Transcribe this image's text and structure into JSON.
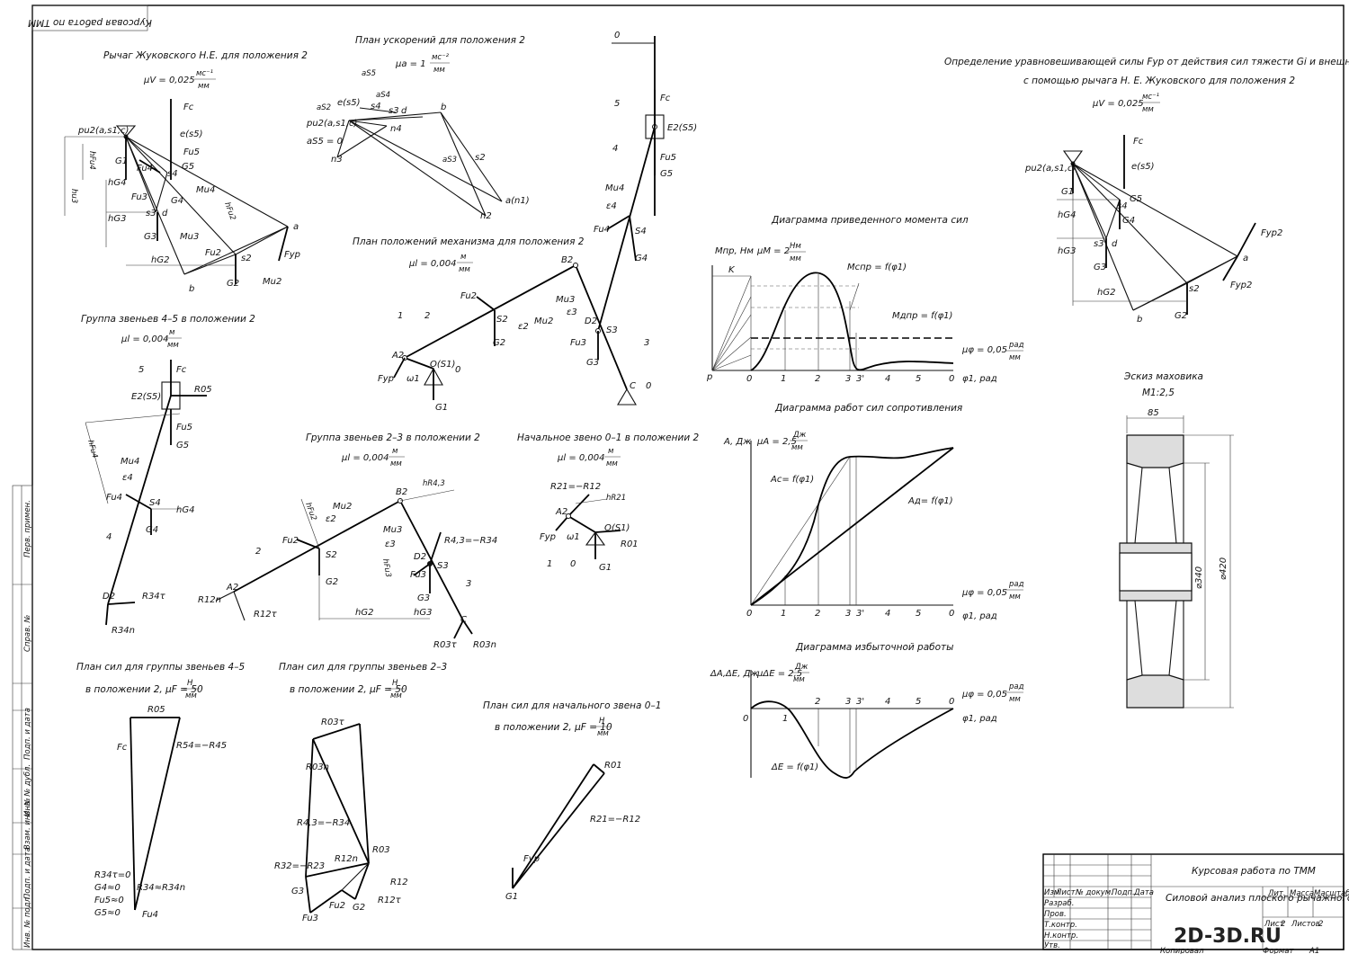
{
  "stamp_top": "Курсовая работа по ТММ",
  "zhukovsky_lever": {
    "title": "Рычаг Жуковского Н.Е. для положения 2",
    "scale": "μV = 0,025",
    "scale_unit_num": "мс⁻¹",
    "scale_unit_den": "мм",
    "labels": [
      "Fc",
      "pu2(a,s1,c)",
      "e(s5)",
      "Fu5",
      "G5",
      "G1",
      "Fu4",
      "s4",
      "hFu4",
      "hG4",
      "Mu4",
      "Fu3",
      "G4",
      "hu3",
      "s3",
      "d",
      "hG3",
      "G3",
      "Mu3",
      "Fu2",
      "s2",
      "a",
      "Fyp",
      "hG2",
      "b",
      "G2",
      "Mu2",
      "hFu2"
    ]
  },
  "acceleration_plan": {
    "title": "План ускорений для положения 2",
    "scale": "μa = 1",
    "scale_unit_num": "мс⁻²",
    "scale_unit_den": "мм",
    "labels": [
      "aS5",
      "aS4",
      "aS2",
      "e(s5)",
      "s4",
      "s3",
      "d",
      "b",
      "pu2(a,s1,c)",
      "n4",
      "aS5 = 0",
      "n3",
      "s2",
      "aS3",
      "a(n1)",
      "n2"
    ]
  },
  "mechanism_plan": {
    "title": "План положений механизма для положения 2",
    "scale": "μl = 0,004",
    "scale_unit_num": "м",
    "scale_unit_den": "мм",
    "labels": [
      "0",
      "5",
      "E2(S5)",
      "Fc",
      "Fu5",
      "G5",
      "4",
      "Mu4",
      "ε4",
      "Fu4",
      "S4",
      "G4",
      "B2",
      "Fu2",
      "S2",
      "Mu3",
      "ε3",
      "Mu2",
      "ε2",
      "1",
      "2",
      "G2",
      "D2",
      "S3",
      "Fu3",
      "G3",
      "3",
      "A2",
      "O(S1)",
      "0",
      "Fyp",
      "ω1",
      "G1",
      "C",
      "0"
    ]
  },
  "group_45": {
    "title": "Группа звеньев 4–5 в положении 2",
    "scale": "μl = 0,004",
    "scale_unit_num": "м",
    "scale_unit_den": "мм",
    "labels": [
      "5",
      "Fc",
      "E2(S5)",
      "R05",
      "Fu5",
      "G5",
      "hFu4",
      "Mu4",
      "ε4",
      "Fu4",
      "S4",
      "hG4",
      "G4",
      "4",
      "D2",
      "R34τ",
      "R34n"
    ]
  },
  "group_23": {
    "title": "Группа звеньев 2–3 в положении 2",
    "scale": "μl = 0,004",
    "scale_unit_num": "м",
    "scale_unit_den": "мм",
    "labels": [
      "hFu2",
      "Mu2",
      "ε2",
      "B2",
      "hR4,3",
      "Mu3",
      "ε3",
      "D2",
      "S3",
      "R4,3=−R34",
      "hFu3",
      "Fu3",
      "G3",
      "2",
      "Fu2",
      "S2",
      "G2",
      "A2",
      "R12n",
      "R12τ",
      "hG2",
      "hG3",
      "3",
      "C",
      "R03τ",
      "R03n"
    ]
  },
  "initial_link": {
    "title": "Начальное звено 0–1 в положении 2",
    "scale": "μl = 0,004",
    "scale_unit_num": "м",
    "scale_unit_den": "мм",
    "labels": [
      "R21=−R12",
      "hR21",
      "A2",
      "O(S1)",
      "Fyp",
      "ω1",
      "R01",
      "1",
      "0",
      "G1"
    ]
  },
  "force_plan_45": {
    "title": "План сил для группы звеньев 4–5",
    "subtitle": "в положении 2, μF = 50",
    "scale_unit_num": "Н",
    "scale_unit_den": "мм",
    "labels": [
      "R05",
      "Fc",
      "R54=−R45",
      "R34τ=0",
      "G4≈0",
      "Fu5≈0",
      "G5≈0",
      "R34≈R34n",
      "Fu4"
    ]
  },
  "force_plan_23": {
    "title": "План сил для группы звеньев 2–3",
    "subtitle": "в положении 2, μF = 50",
    "scale_unit_num": "Н",
    "scale_unit_den": "мм",
    "labels": [
      "R03τ",
      "R03n",
      "R4,3=−R34",
      "R03",
      "R12n",
      "R32=−R23",
      "R12",
      "G3",
      "Fu3",
      "Fu2",
      "G2",
      "R12τ"
    ]
  },
  "force_plan_01": {
    "title": "План сил для начального звена 0–1",
    "subtitle": "в положении 2, μF = 10",
    "scale_unit_num": "Н",
    "scale_unit_den": "мм",
    "labels": [
      "R01",
      "R21=−R12",
      "Fyp",
      "G1"
    ]
  },
  "moment_diagram": {
    "title": "Диаграмма приведенного момента сил",
    "ylabel": "Mпр, Нм",
    "scale": "μM = 2",
    "scale_unit_num": "Нм",
    "scale_unit_den": "мм",
    "k_label": "K",
    "curve_c": "Mcпр = f(φ1)",
    "curve_d": "Mдпр = f(φ1)",
    "p_label": "p",
    "phi_scale": "μφ = 0,05",
    "phi_unit_num": "рад",
    "phi_unit_den": "мм",
    "xlabel": "φ1, рад",
    "ticks": [
      "0",
      "1",
      "2",
      "3",
      "3'",
      "4",
      "5",
      "0"
    ]
  },
  "work_diagram": {
    "title": "Диаграмма работ сил сопротивления",
    "ylabel": "A, Дж",
    "scale": "μA = 2,5",
    "scale_unit_num": "Дж",
    "scale_unit_den": "мм",
    "curve_c": "Ac= f(φ1)",
    "curve_d": "Aд= f(φ1)",
    "phi_scale": "μφ = 0,05",
    "phi_unit_num": "рад",
    "phi_unit_den": "мм",
    "xlabel": "φ1, рад",
    "ticks": [
      "0",
      "1",
      "2",
      "3",
      "3'",
      "4",
      "5",
      "0"
    ]
  },
  "excess_diagram": {
    "title": "Диаграмма избыточной работы",
    "ylabel": "ΔA,ΔE, Дж",
    "scale": "μΔE = 2,5",
    "scale_unit_num": "Дж",
    "scale_unit_den": "мм",
    "curve": "ΔE = f(φ1)",
    "phi_scale": "μφ = 0,05",
    "phi_unit_num": "рад",
    "phi_unit_den": "мм",
    "xlabel": "φ1, рад",
    "ticks": [
      "0",
      "1",
      "2",
      "3",
      "3'",
      "4",
      "5",
      "0"
    ]
  },
  "balance_force": {
    "title": "Определение уравновешивающей силы Fур от действия сил тяжести Gi и внешней силы Fc",
    "title2": "с помощью рычага Н. Е. Жуковского для положения 2",
    "scale": "μV = 0,025",
    "scale_unit_num": "мс⁻¹",
    "scale_unit_den": "мм",
    "labels": [
      "Fc",
      "pu2(a,s1,c)",
      "e(s5)",
      "G1",
      "G5",
      "hG4",
      "s4",
      "G4",
      "hG3",
      "s3",
      "d",
      "G3",
      "Fур2",
      "a",
      "s2",
      "Fур2",
      "hG2",
      "b",
      "G2"
    ]
  },
  "flywheel": {
    "title": "Эскиз маховика",
    "scale": "М1:2,5",
    "width_dim": "85",
    "outer_dim": "⌀420",
    "inner_dim": "⌀340"
  },
  "title_block": {
    "work_title": "Курсовая работа по ТММ",
    "doc_title": "Силовой анализ плоского рычажного механизма",
    "cols": [
      "Изм",
      "Лист",
      "№ докум.",
      "Подп.",
      "Дата"
    ],
    "rows": [
      "Разраб.",
      "Пров.",
      "Т.контр.",
      "Н.контр.",
      "Утв."
    ],
    "lit": "Лит.",
    "mass": "Масса",
    "scale": "Масштаб",
    "sheet": "Лист",
    "sheet_no": "2",
    "sheets": "Листов",
    "sheets_no": "2",
    "copied": "Копировал",
    "format": "Формат",
    "format_val": "A1"
  },
  "side_stamp": [
    "Перв. примен.",
    "Справ. №",
    "Подп. и дата",
    "Инв. № дубл.",
    "Взам. инв. №",
    "Подп. и дата",
    "Инв. № подл."
  ],
  "watermark": "2D-3D.RU"
}
